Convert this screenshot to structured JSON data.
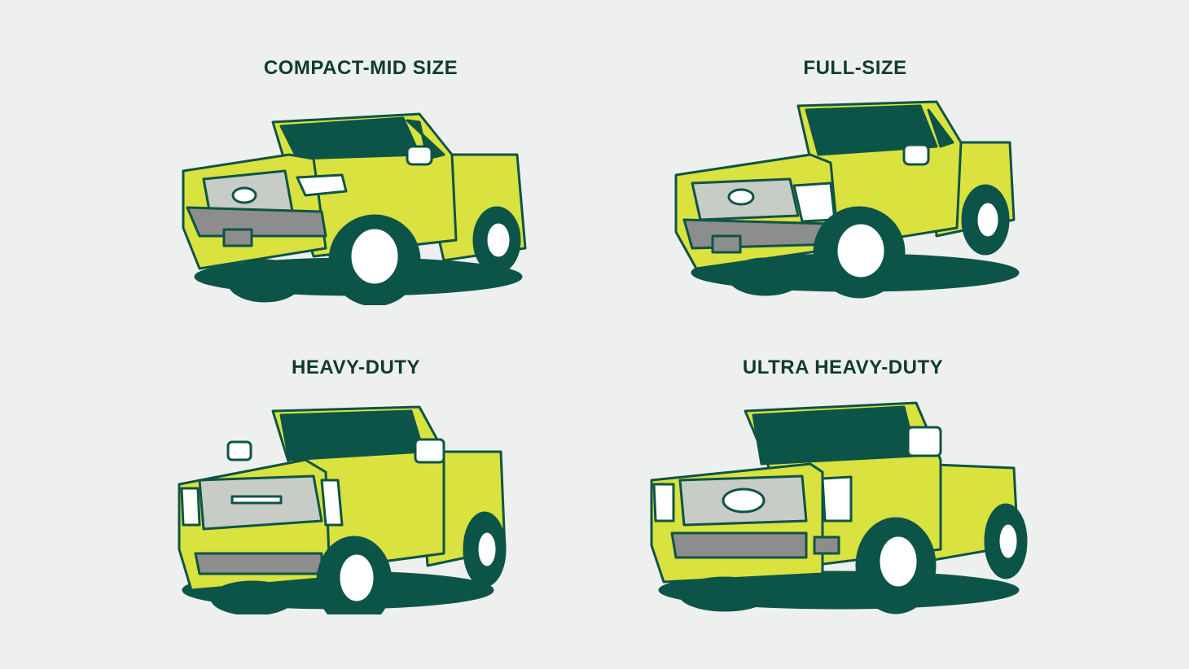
{
  "panels": [
    {
      "title": "COMPACT-MID SIZE"
    },
    {
      "title": "FULL-SIZE"
    },
    {
      "title": "HEAVY-DUTY"
    },
    {
      "title": "ULTRA  HEAVY-DUTY"
    }
  ],
  "colors": {
    "background": "#eef0ef",
    "body": "#d9e23e",
    "outline": "#0d5448",
    "dark": "#0d5448",
    "grille": "#c8ccc6",
    "trim": "#8d8d8d",
    "white": "#ffffff",
    "text": "#0f3b30"
  },
  "icons": [
    "pickup-truck-compact-icon",
    "pickup-truck-full-size-icon",
    "pickup-truck-heavy-duty-icon",
    "pickup-truck-ultra-heavy-duty-icon"
  ]
}
